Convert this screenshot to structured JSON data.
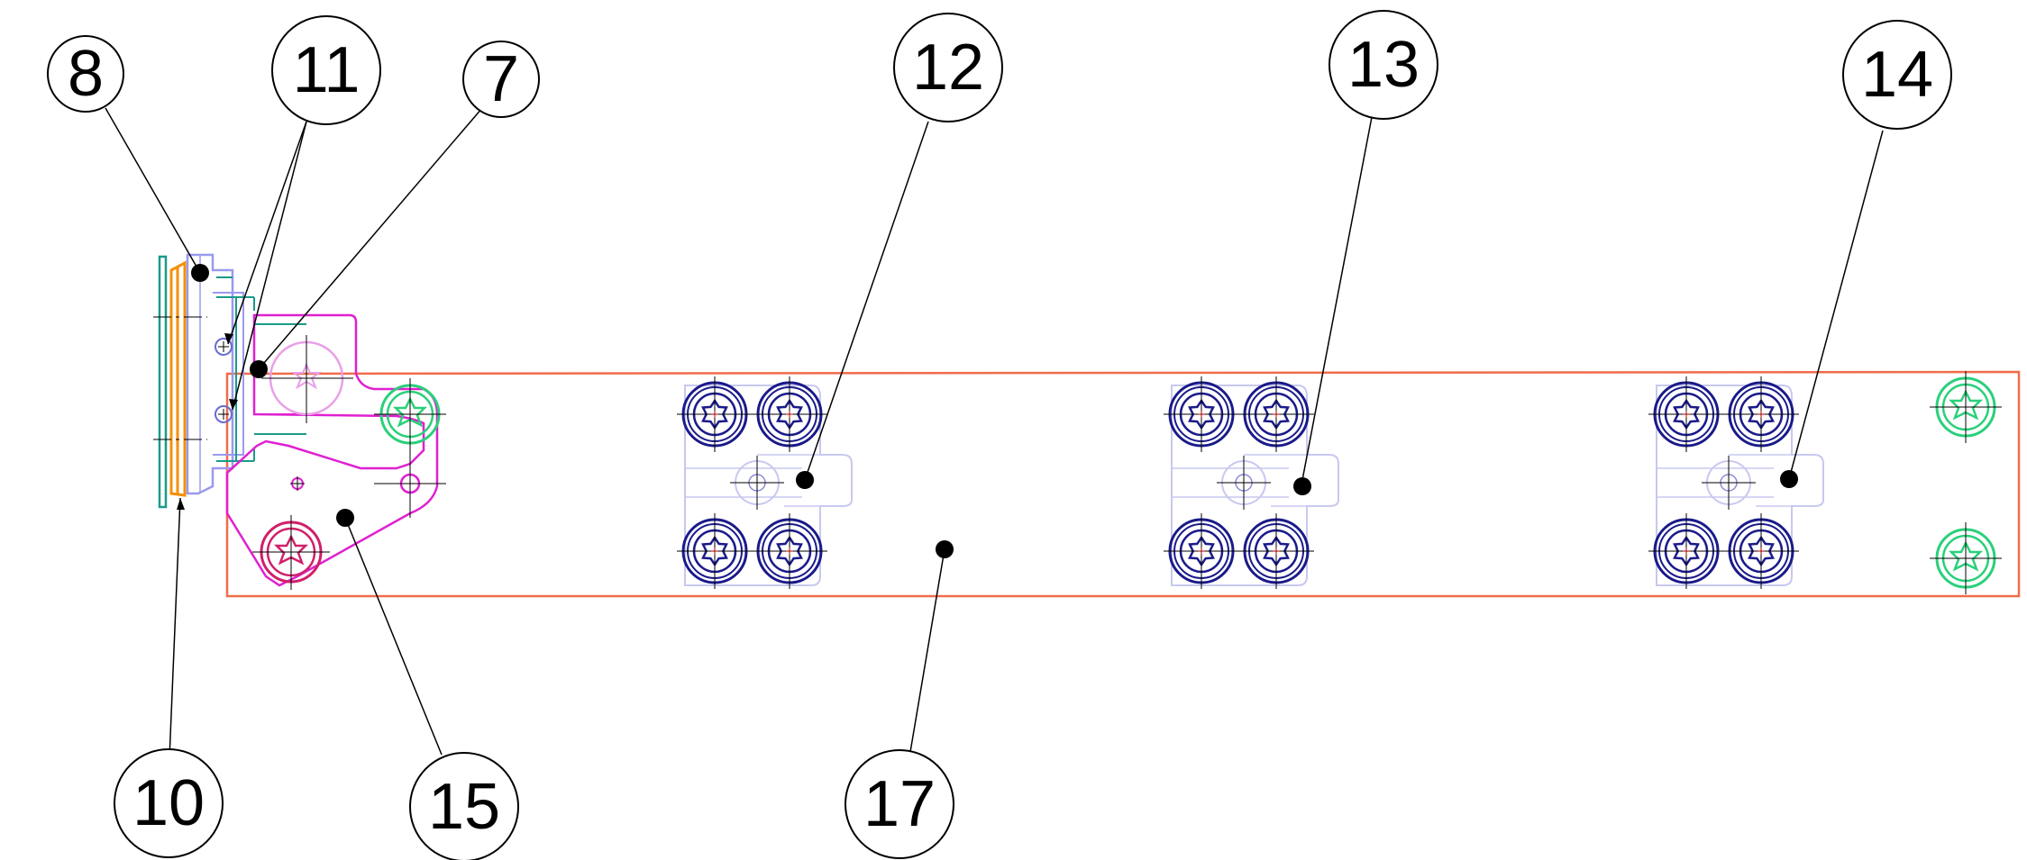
{
  "drawing": {
    "balloons": [
      {
        "id": "b8",
        "label": "8"
      },
      {
        "id": "b11",
        "label": "11"
      },
      {
        "id": "b7",
        "label": "7"
      },
      {
        "id": "b12",
        "label": "12"
      },
      {
        "id": "b13",
        "label": "13"
      },
      {
        "id": "b14",
        "label": "14"
      },
      {
        "id": "b10",
        "label": "10"
      },
      {
        "id": "b15",
        "label": "15"
      },
      {
        "id": "b17",
        "label": "17"
      }
    ],
    "colors": {
      "plate": "#f06c4a",
      "magenta": "#e020d0",
      "teal": "#1a9a8a",
      "orange": "#f5900a",
      "lavender": "#9a9aee",
      "navy": "#1a1a8a",
      "green": "#2ad07a",
      "crimson": "#d0206a",
      "pale": "#c8c8f0",
      "leader": "#000000"
    }
  }
}
